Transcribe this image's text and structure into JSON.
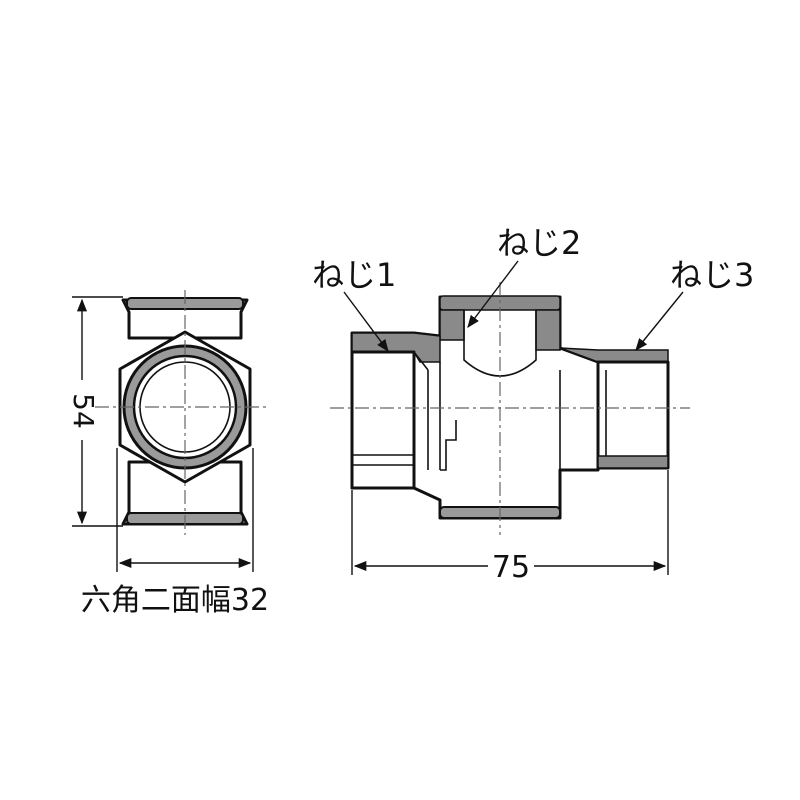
{
  "labels": {
    "thread1": "ねじ1",
    "thread2": "ねじ2",
    "thread3": "ねじ3",
    "dim_height": "54",
    "dim_length": "75",
    "dim_hex": "六角二面幅32"
  },
  "colors": {
    "line": "#111111",
    "hatch": "#8a8a8a",
    "centerline": "#666666"
  }
}
